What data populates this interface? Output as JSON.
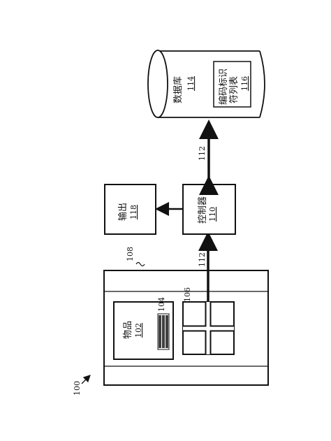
{
  "figure": {
    "ref": "100"
  },
  "system_box": {
    "ref": "108"
  },
  "item": {
    "label": "物品",
    "ref": "102"
  },
  "barcode": {
    "ref": "104"
  },
  "scanner": {
    "ref": "106"
  },
  "connections": {
    "ref_lower": "112",
    "ref_upper": "112"
  },
  "controller": {
    "label": "控制器",
    "ref": "110"
  },
  "output": {
    "label": "输出",
    "ref": "118"
  },
  "database": {
    "label": "数据库",
    "ref": "114",
    "table_line1": "编码标识",
    "table_line2": "符列表",
    "table_ref": "116"
  }
}
